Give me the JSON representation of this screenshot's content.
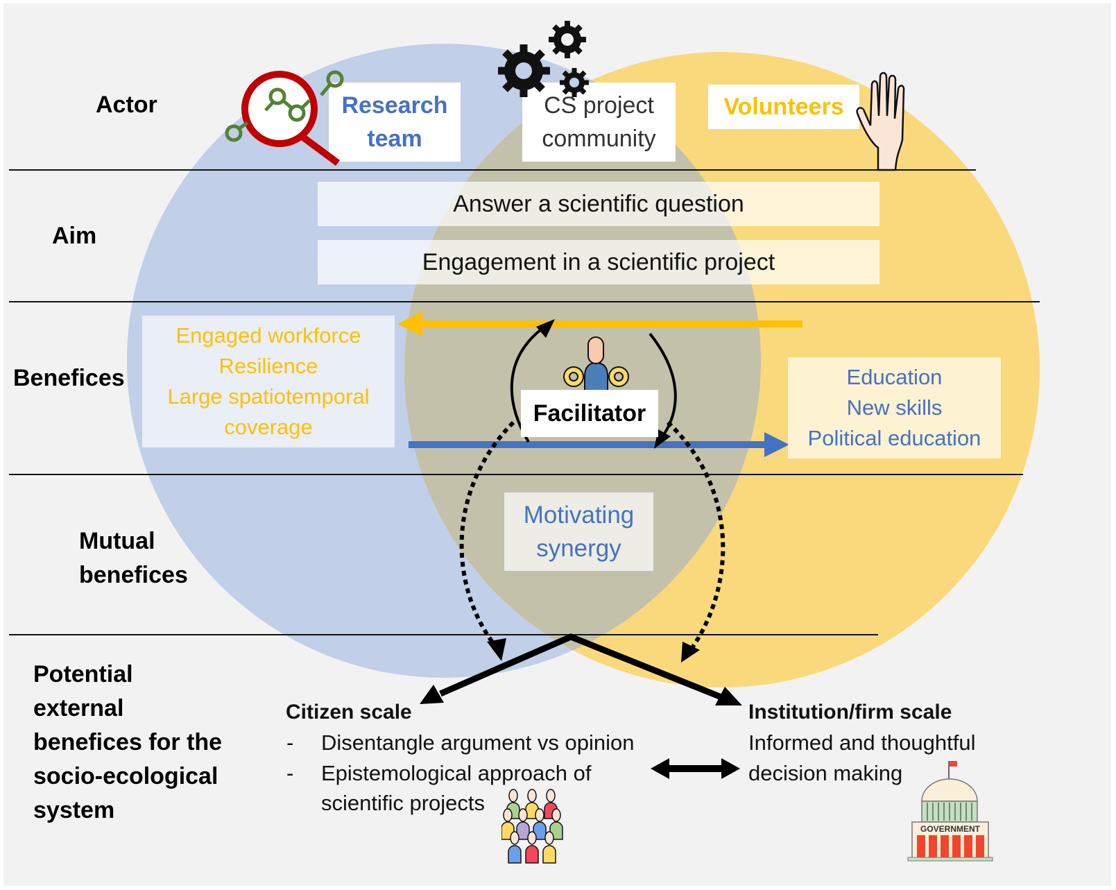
{
  "rows": {
    "actor": "Actor",
    "aim": "Aim",
    "benefices": "Benefices",
    "mutual": [
      "Mutual",
      "benefices"
    ],
    "potential": [
      "Potential",
      "external",
      "benefices for the",
      "socio-ecological",
      "system"
    ]
  },
  "actors": {
    "research_team": [
      "Research",
      "team"
    ],
    "cs_community": [
      "CS project",
      "community"
    ],
    "volunteers": "Volunteers"
  },
  "aims": [
    "Answer a scientific question",
    "Engagement in a scientific project"
  ],
  "benefices": {
    "research_side": [
      "Engaged workforce",
      "Resilience",
      "Large spatiotemporal",
      "coverage"
    ],
    "volunteer_side": [
      "Education",
      "New skills",
      "Political education"
    ],
    "facilitator": "Facilitator"
  },
  "mutual_benefit": [
    "Motivating",
    "synergy"
  ],
  "external": {
    "citizen": {
      "title": "Citizen scale",
      "items": [
        {
          "bullet": "-",
          "lines": [
            "Disentangle argument vs opinion"
          ]
        },
        {
          "bullet": "-",
          "lines": [
            "Epistemological approach of",
            "scientific projects"
          ]
        }
      ]
    },
    "institution": {
      "title": "Institution/firm scale",
      "lines": [
        "Informed and thoughtful",
        "decision making"
      ]
    },
    "government_sign": "GOVERNMENT"
  },
  "colors": {
    "research_blue": "#4472c4",
    "volunteer_yellow": "#ffc000",
    "blue_circle": "#c1cfe8",
    "yellow_circle": "#f9d97c",
    "overlap": "#c3c1a9",
    "background": "#f2f2f2"
  }
}
